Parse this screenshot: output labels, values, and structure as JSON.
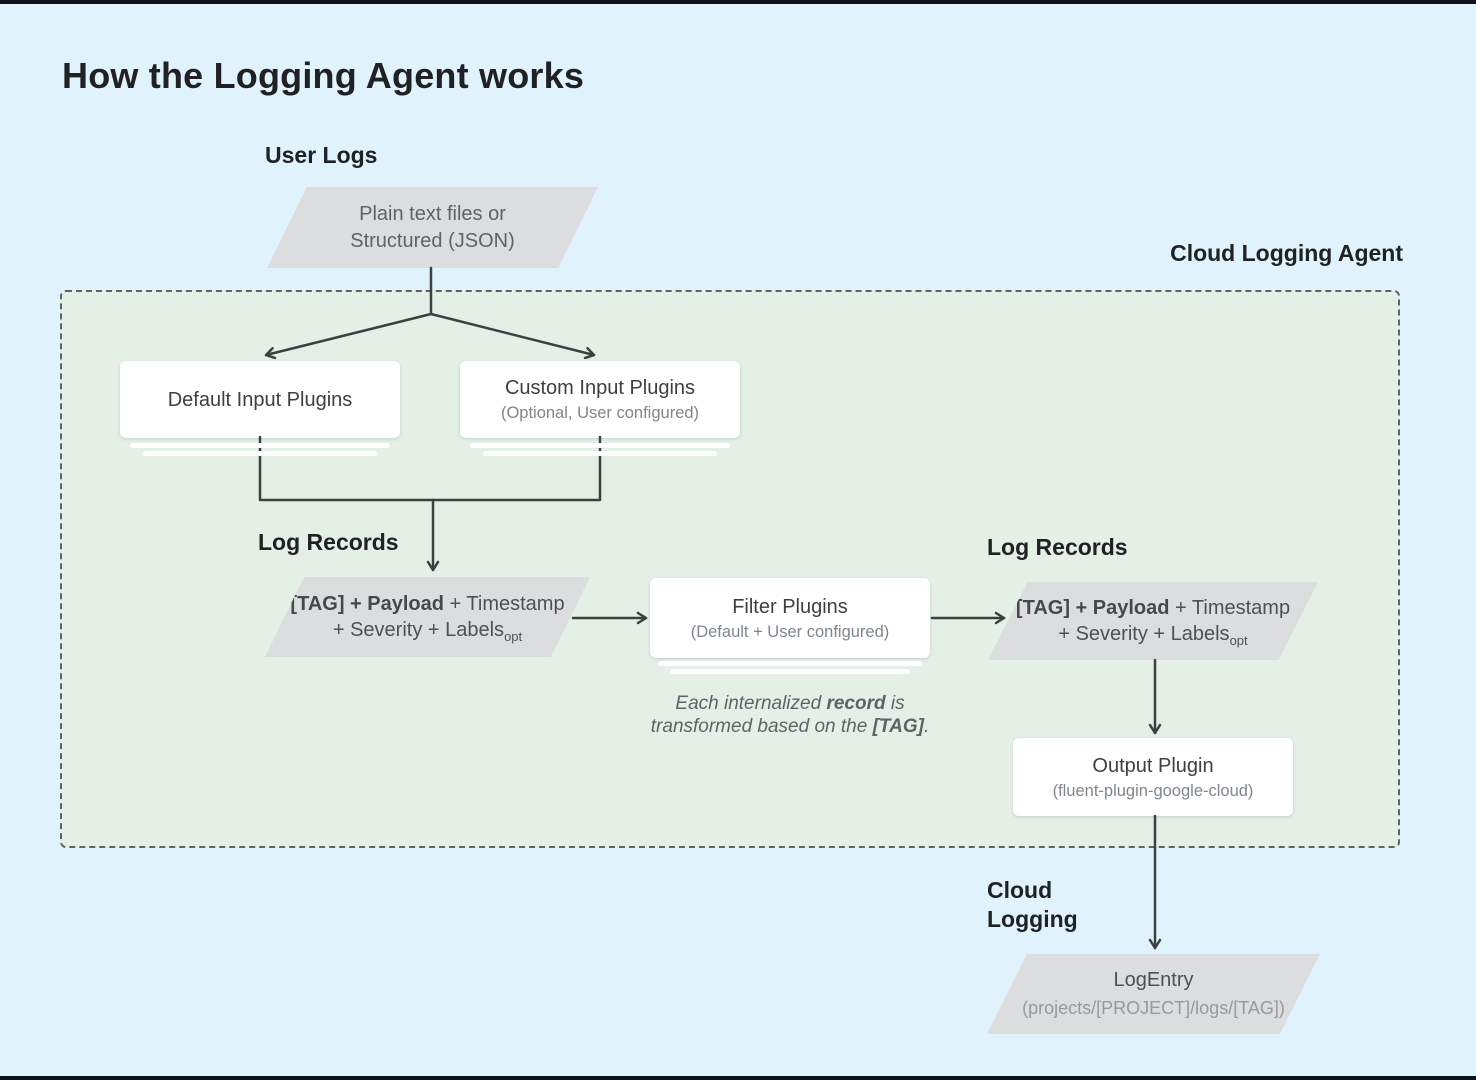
{
  "page": {
    "title": "How the Logging Agent works"
  },
  "labels": {
    "user_logs": "User Logs",
    "cloud_logging_agent": "Cloud Logging Agent",
    "log_records_left": "Log Records",
    "log_records_right": "Log Records",
    "cloud_logging_line1": "Cloud",
    "cloud_logging_line2": "Logging"
  },
  "nodes": {
    "user_input": {
      "line1": "Plain text files or",
      "line2": "Structured (JSON)"
    },
    "default_input": {
      "title": "Default Input Plugins"
    },
    "custom_input": {
      "title": "Custom Input Plugins",
      "subtitle": "(Optional, User configured)"
    },
    "log_record_left": {
      "line1_bold": "[TAG] + Payload",
      "line1_rest": " + Timestamp",
      "line2": "+ Severity + Labels",
      "subscript": "opt"
    },
    "filter": {
      "title": "Filter Plugins",
      "subtitle": "(Default + User configured)"
    },
    "log_record_right": {
      "line1_bold": "[TAG] + Payload",
      "line1_rest": " + Timestamp",
      "line2": "+ Severity + Labels",
      "subscript": "opt"
    },
    "output": {
      "title": "Output Plugin",
      "subtitle": "(fluent-plugin-google-cloud)"
    },
    "log_entry": {
      "title": "LogEntry",
      "subtitle": "(projects/[PROJECT]/logs/[TAG])"
    }
  },
  "caption": {
    "line1_a": "Each internalized ",
    "line1_b": "record",
    "line1_c": " is",
    "line2_a": "transformed based on the ",
    "line2_b": "[TAG]",
    "line2_c": "."
  },
  "colors": {
    "page_background": "#e0f2fb",
    "agent_area_fill": "#e4f0e6",
    "agent_area_border": "#5f6368",
    "parallelogram_fill": "#dcddde",
    "node_box_fill": "#ffffff",
    "connector_line": "#3c4043",
    "heading_text": "#202124",
    "node_title_text": "#3c4043",
    "node_subtitle_text": "#80868b",
    "caption_text": "#5f6368",
    "edge_strip": "#101219"
  }
}
